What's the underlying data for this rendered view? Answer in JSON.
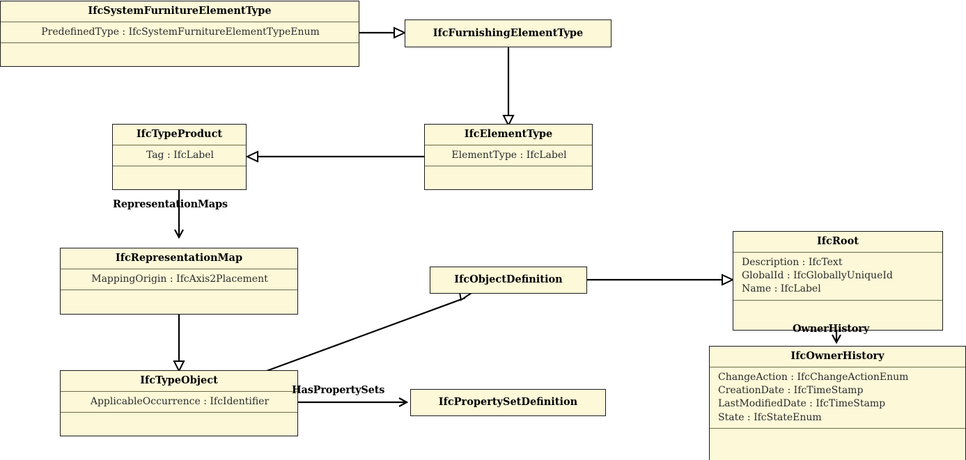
{
  "diagram": {
    "title": "IFC Type Object Inheritance Diagram",
    "type": "uml-class-diagram",
    "background_color": "#ffffff",
    "box_fill_color": "#fcf8d8",
    "box_border_color": "#1a1a1a",
    "separator_color": "#6d6a45",
    "line_color": "#000000"
  },
  "classes": [
    {
      "id": "ifc-system-furniture-element-type",
      "name": "IfcSystemFurnitureElementType",
      "attributes": [
        "PredefinedType : IfcSystemFurnitureElementTypeEnum"
      ],
      "has_empty_compartment": true
    },
    {
      "id": "ifc-furnishing-element-type",
      "name": "IfcFurnishingElementType",
      "attributes": [],
      "has_empty_compartment": false
    },
    {
      "id": "ifc-type-product",
      "name": "IfcTypeProduct",
      "attributes": [
        "Tag : IfcLabel"
      ],
      "has_empty_compartment": true
    },
    {
      "id": "ifc-element-type",
      "name": "IfcElementType",
      "attributes": [
        "ElementType : IfcLabel"
      ],
      "has_empty_compartment": true
    },
    {
      "id": "ifc-representation-map",
      "name": "IfcRepresentationMap",
      "attributes": [
        "MappingOrigin : IfcAxis2Placement"
      ],
      "has_empty_compartment": true
    },
    {
      "id": "ifc-object-definition",
      "name": "IfcObjectDefinition",
      "attributes": [],
      "has_empty_compartment": false
    },
    {
      "id": "ifc-root",
      "name": "IfcRoot",
      "attributes": [
        "Description : IfcText",
        "GlobalId : IfcGloballyUniqueId",
        "Name : IfcLabel"
      ],
      "has_empty_compartment": true
    },
    {
      "id": "ifc-type-object",
      "name": "IfcTypeObject",
      "attributes": [
        "ApplicableOccurrence : IfcIdentifier"
      ],
      "has_empty_compartment": true
    },
    {
      "id": "ifc-property-set-definition",
      "name": "IfcPropertySetDefinition",
      "attributes": [],
      "has_empty_compartment": false
    },
    {
      "id": "ifc-owner-history",
      "name": "IfcOwnerHistory",
      "attributes": [
        "ChangeAction : IfcChangeActionEnum",
        "CreationDate : IfcTimeStamp",
        "LastModifiedDate : IfcTimeStamp",
        "State : IfcStateEnum"
      ],
      "has_empty_compartment": true
    }
  ],
  "relationships": [
    {
      "id": "rel-sysfurn-to-furnishing",
      "from": "IfcSystemFurnitureElementType",
      "to": "IfcFurnishingElementType",
      "kind": "generalization",
      "label": ""
    },
    {
      "id": "rel-furnishing-to-elementtype",
      "from": "IfcFurnishingElementType",
      "to": "IfcElementType",
      "kind": "generalization",
      "label": ""
    },
    {
      "id": "rel-elementtype-to-typeproduct",
      "from": "IfcElementType",
      "to": "IfcTypeProduct",
      "kind": "generalization",
      "label": ""
    },
    {
      "id": "rel-typeproduct-representationmaps",
      "from": "IfcTypeProduct",
      "to": "IfcRepresentationMap",
      "kind": "association",
      "label": "RepresentationMaps"
    },
    {
      "id": "rel-representationmap-to-typeobject",
      "from": "IfcRepresentationMap",
      "to": "IfcTypeObject",
      "kind": "generalization",
      "label": ""
    },
    {
      "id": "rel-typeobject-to-objectdefinition",
      "from": "IfcTypeObject",
      "to": "IfcObjectDefinition",
      "kind": "generalization",
      "label": ""
    },
    {
      "id": "rel-objectdefinition-to-root",
      "from": "IfcObjectDefinition",
      "to": "IfcRoot",
      "kind": "generalization",
      "label": ""
    },
    {
      "id": "rel-typeobject-haspropertysets",
      "from": "IfcTypeObject",
      "to": "IfcPropertySetDefinition",
      "kind": "association",
      "label": "HasPropertySets"
    },
    {
      "id": "rel-root-ownerhistory",
      "from": "IfcRoot",
      "to": "IfcOwnerHistory",
      "kind": "association",
      "label": "OwnerHistory"
    }
  ]
}
